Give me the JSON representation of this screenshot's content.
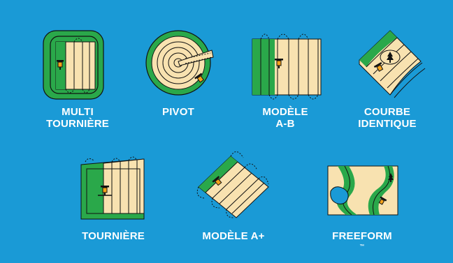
{
  "colors": {
    "background": "#1a9ad6",
    "field": "#f8e2b0",
    "green": "#2aa84a",
    "outline": "#111111",
    "water": "#1a9ad6"
  },
  "patterns": [
    {
      "id": "multi-tourniere",
      "icon": "multi-headland-pattern-icon",
      "lines": [
        "MULTI",
        "TOURNIÈRE"
      ]
    },
    {
      "id": "pivot",
      "icon": "pivot-pattern-icon",
      "lines": [
        "PIVOT"
      ]
    },
    {
      "id": "modele-ab",
      "icon": "ab-line-pattern-icon",
      "lines": [
        "MODÈLE",
        "A-B"
      ]
    },
    {
      "id": "courbe-identique",
      "icon": "identical-curve-pattern-icon",
      "lines": [
        "COURBE",
        "IDENTIQUE"
      ]
    },
    {
      "id": "tourniere",
      "icon": "headland-pattern-icon",
      "lines": [
        "TOURNIÈRE"
      ]
    },
    {
      "id": "modele-a-plus",
      "icon": "a-plus-pattern-icon",
      "lines": [
        "MODÈLE A+"
      ]
    },
    {
      "id": "freeform",
      "icon": "freeform-pattern-icon",
      "lines": [
        "FREEFORM"
      ],
      "mark": "™"
    }
  ]
}
